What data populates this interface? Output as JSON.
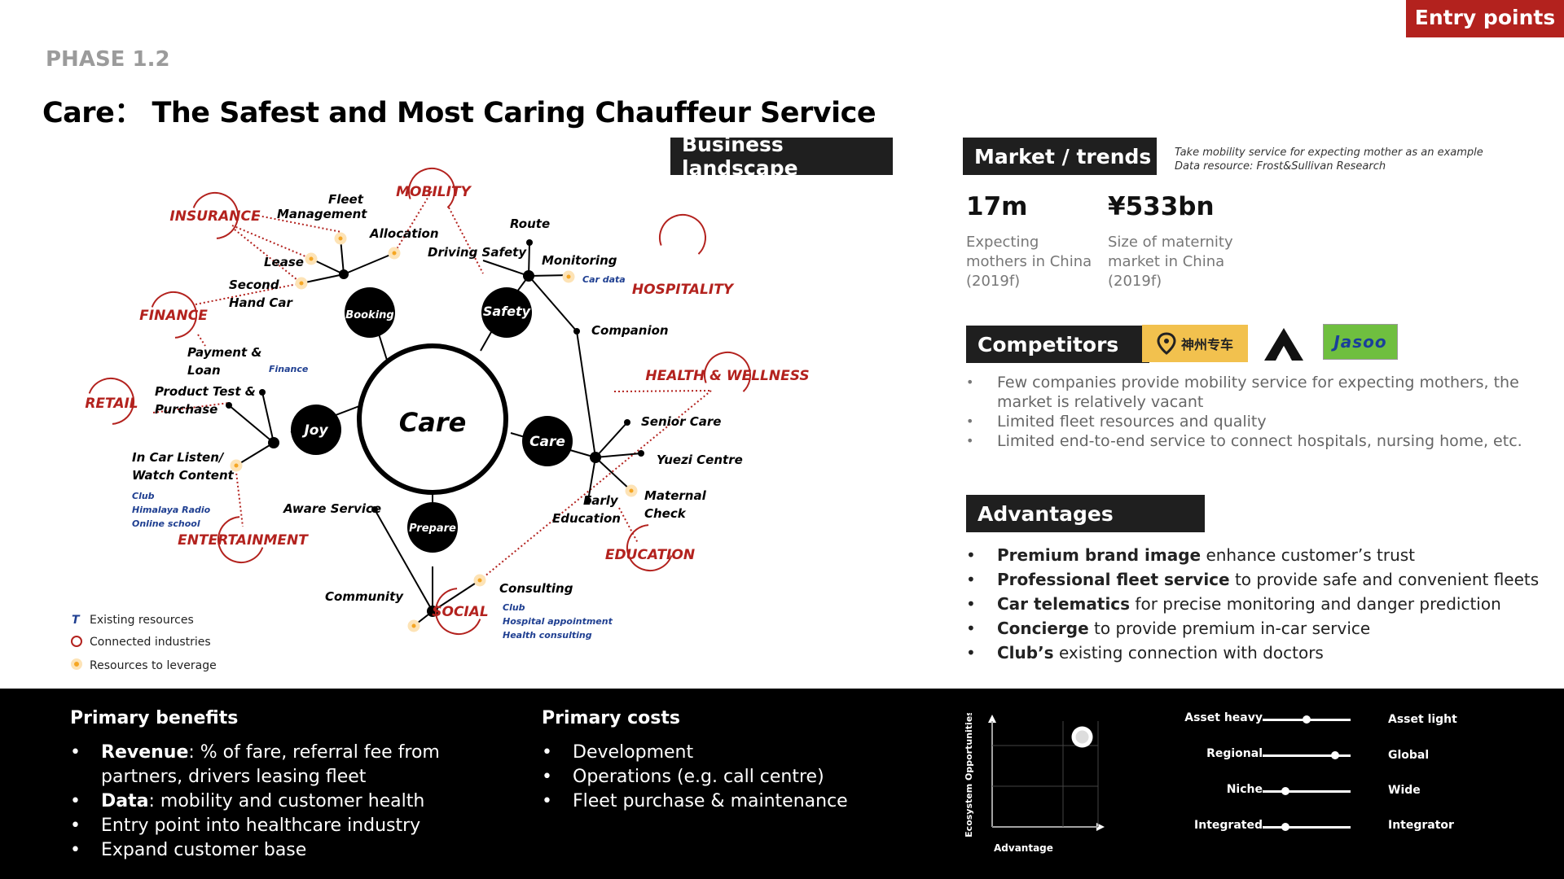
{
  "header": {
    "entry_points": "Entry points",
    "phase": "PHASE 1.2",
    "title": "Care： The Safest and Most Caring Chauffeur Service"
  },
  "landscape": {
    "heading": "Business landscape",
    "center": "Care",
    "hubs": {
      "booking": "Booking",
      "safety": "Safety",
      "joy": "Joy",
      "care": "Care",
      "prepare": "Prepare"
    },
    "industries": {
      "insurance": "INSURANCE",
      "mobility": "MOBILITY",
      "finance": "FINANCE",
      "hospitality": "HOSPITALITY",
      "health": "HEALTH & WELLNESS",
      "retail": "RETAIL",
      "entertainment": "ENTERTAINMENT",
      "education": "EDUCATION",
      "social": "SOCIAL"
    },
    "labels": {
      "fleet": "Fleet",
      "management": "Management",
      "allocation": "Allocation",
      "lease": "Lease",
      "second": "Second",
      "hand_car": "Hand Car",
      "route": "Route",
      "driving_safety": "Driving Safety",
      "monitoring": "Monitoring",
      "companion": "Companion",
      "payment": "Payment &",
      "loan": "Loan",
      "product_test": "Product Test &",
      "purchase": "Purchase",
      "in_car": "In Car Listen/",
      "watch": "Watch Content",
      "senior": "Senior Care",
      "yuezi": "Yuezi Centre",
      "maternal": "Maternal",
      "check": "Check",
      "early": "Early",
      "education": "Education",
      "aware": "Aware Service",
      "community": "Community",
      "consulting": "Consulting"
    },
    "resources": {
      "car_data": "Car data",
      "finance": "Finance",
      "club": "Club",
      "himalaya": "Himalaya Radio",
      "online": "Online school",
      "club2": "Club",
      "hospital": "Hospital appointment",
      "health": "Health consulting"
    },
    "legend": {
      "symbol": "T",
      "existing": "Existing resources",
      "connected": "Connected industries",
      "leverage": "Resources to leverage"
    },
    "colors": {
      "red": "#b3221e",
      "orange": "#f5a623",
      "navy": "#1f3f91"
    }
  },
  "market": {
    "heading": "Market / trends",
    "note1": "Take mobility service for expecting mother as an example",
    "note2": "Data resource: Frost&Sullivan Research",
    "stat1": {
      "value": "17m",
      "l1": "Expecting",
      "l2": "mothers in China",
      "l3": "(2019f)"
    },
    "stat2": {
      "value": "¥533bn",
      "l1": "Size of maternity",
      "l2": "market in China",
      "l3": "(2019f)"
    }
  },
  "competitors": {
    "heading": "Competitors",
    "logo1": "神州专车",
    "logo3": "Jasoo",
    "items": [
      "Few companies provide mobility service for expecting mothers, the market is relatively vacant",
      "Limited fleet resources and quality",
      "Limited end-to-end service to connect hospitals, nursing home, etc."
    ]
  },
  "advantages": {
    "heading": "Advantages",
    "items": [
      {
        "bold": "Premium brand image",
        "rest": " enhance customer’s trust"
      },
      {
        "bold": "Professional fleet service",
        "rest": " to provide safe and convenient fleets"
      },
      {
        "bold": "Car telematics",
        "rest": " for precise monitoring and danger prediction"
      },
      {
        "bold": "Concierge",
        "rest": " to provide premium in-car service"
      },
      {
        "bold": "Club’s",
        "rest": " existing connection with doctors"
      }
    ]
  },
  "benefits": {
    "heading": "Primary benefits",
    "items": [
      {
        "bold": "Revenue",
        "rest": ": % of fare, referral fee from partners, drivers leasing fleet"
      },
      {
        "bold": "Data",
        "rest": ": mobility and customer health"
      },
      {
        "bold": "",
        "rest": "Entry point into healthcare industry"
      },
      {
        "bold": "",
        "rest": "Expand customer base"
      }
    ]
  },
  "costs": {
    "heading": "Primary costs",
    "items": [
      "Development",
      "Operations (e.g. call centre)",
      "Fleet purchase & maintenance"
    ]
  },
  "matrix": {
    "y_label": "Ecosystem Opportunities",
    "x_label": "Advantage",
    "x_position": 0.85,
    "y_position": 0.85
  },
  "sliders": [
    {
      "left": "Asset heavy",
      "right": "Asset light",
      "value": 0.5
    },
    {
      "left": "Regional",
      "right": "Global",
      "value": 0.82
    },
    {
      "left": "Niche",
      "right": "Wide",
      "value": 0.26
    },
    {
      "left": "Integrated",
      "right": "Integrator",
      "value": 0.26
    }
  ]
}
